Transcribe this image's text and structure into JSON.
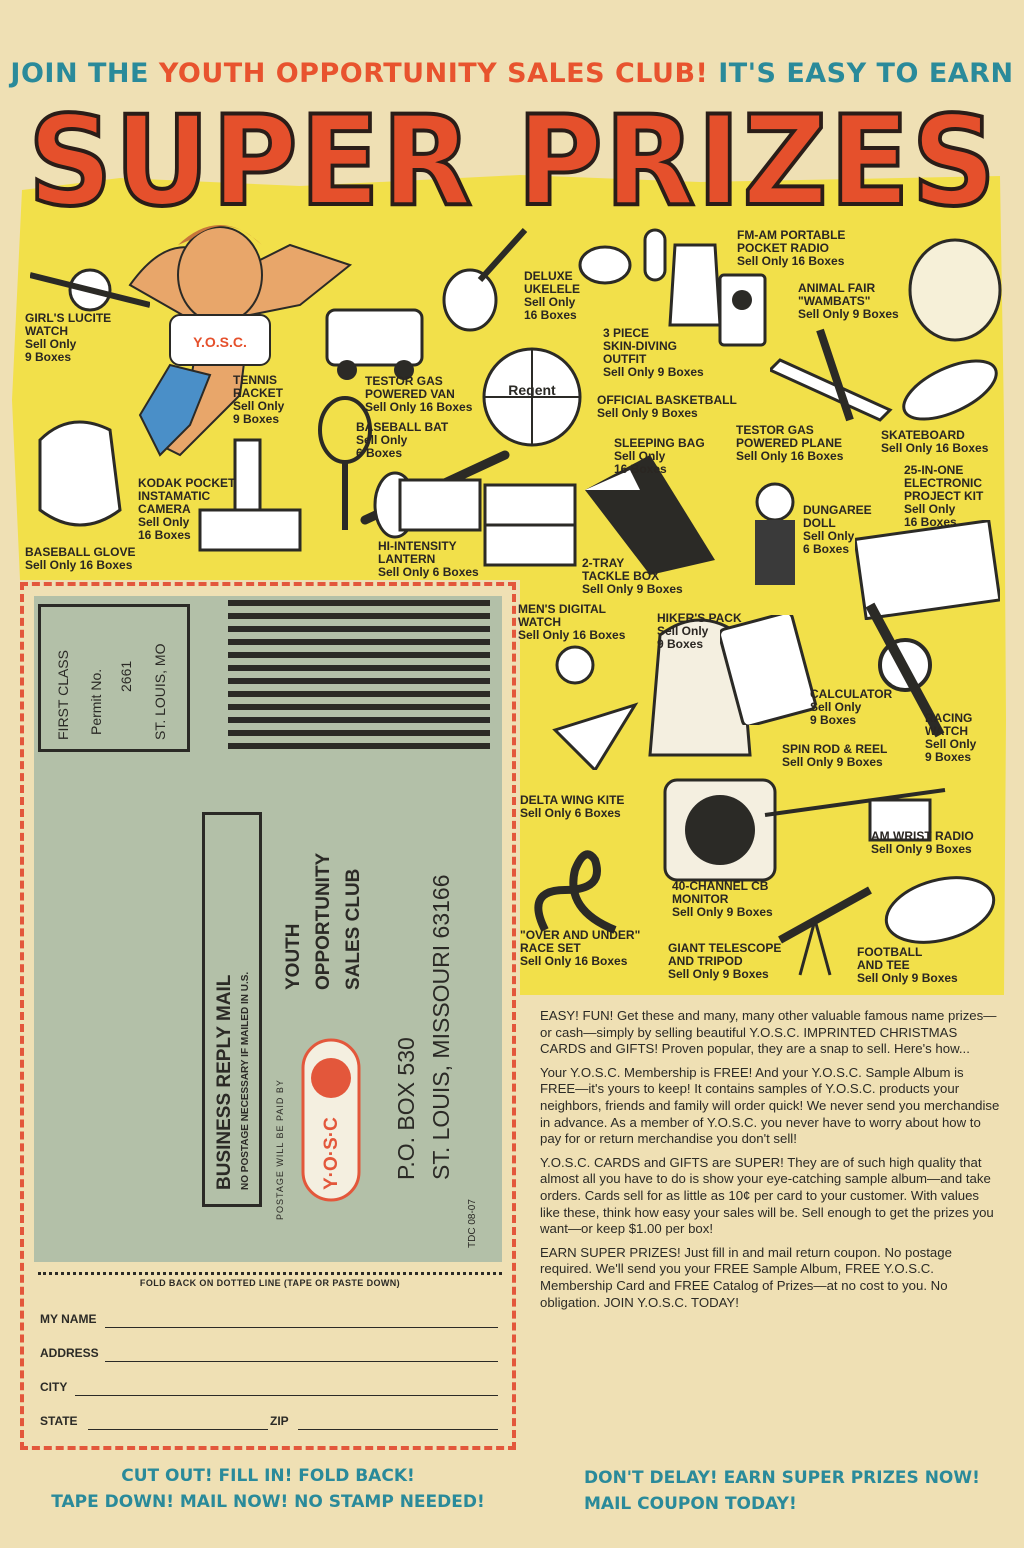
{
  "header": {
    "join": "JOIN THE",
    "club": "YOUTH OPPORTUNITY SALES CLUB!",
    "easy": "IT'S EASY TO EARN",
    "title": "SUPER PRIZES"
  },
  "mascot_shirt": "Y.O.S.C.",
  "basketball_brand": "Regent",
  "prizes": [
    {
      "id": "watch-girls",
      "text": "GIRL'S LUCITE\nWATCH\nSell Only\n9 Boxes"
    },
    {
      "id": "tennis",
      "text": "TENNIS\nRACKET\nSell Only\n9 Boxes"
    },
    {
      "id": "van",
      "text": "TESTOR GAS\nPOWERED VAN\nSell Only 16 Boxes"
    },
    {
      "id": "ukelele",
      "text": "DELUXE\nUKELELE\nSell Only\n16 Boxes"
    },
    {
      "id": "diving",
      "text": "3 PIECE\nSKIN-DIVING\nOUTFIT\nSell Only 9 Boxes"
    },
    {
      "id": "radio",
      "text": "FM-AM PORTABLE\nPOCKET RADIO\nSell Only 16 Boxes"
    },
    {
      "id": "wambats",
      "text": "ANIMAL FAIR\n\"WAMBATS\"\nSell Only 9 Boxes"
    },
    {
      "id": "basketball",
      "text": "OFFICIAL BASKETBALL\nSell Only 9 Boxes"
    },
    {
      "id": "bat",
      "text": "BASEBALL BAT\nSell Only\n6 Boxes"
    },
    {
      "id": "plane",
      "text": "TESTOR GAS\nPOWERED PLANE\nSell Only 16 Boxes"
    },
    {
      "id": "skateboard",
      "text": "SKATEBOARD\nSell Only 16 Boxes"
    },
    {
      "id": "kodak",
      "text": "KODAK POCKET\nINSTAMATIC\nCAMERA\nSell Only\n16 Boxes"
    },
    {
      "id": "sleeping",
      "text": "SLEEPING BAG\nSell Only\n16 Boxes"
    },
    {
      "id": "kit",
      "text": "25-IN-ONE\nELECTRONIC\nPROJECT KIT\nSell Only\n16 Boxes"
    },
    {
      "id": "glove",
      "text": "BASEBALL GLOVE\nSell Only 16 Boxes"
    },
    {
      "id": "lantern",
      "text": "HI-INTENSITY\nLANTERN\nSell Only 6 Boxes"
    },
    {
      "id": "doll",
      "text": "DUNGAREE\nDOLL\nSell Only\n6 Boxes"
    },
    {
      "id": "tackle",
      "text": "2-TRAY\nTACKLE BOX\nSell Only 9 Boxes"
    },
    {
      "id": "digital",
      "text": "MEN'S DIGITAL\nWATCH\nSell Only 16 Boxes"
    },
    {
      "id": "hiker",
      "text": "HIKER'S PACK\nSell Only\n9 Boxes"
    },
    {
      "id": "calc",
      "text": "CALCULATOR\nSell Only\n9 Boxes"
    },
    {
      "id": "racing",
      "text": "RACING\nWATCH\nSell Only\n9 Boxes"
    },
    {
      "id": "spin",
      "text": "SPIN ROD & REEL\nSell Only 9 Boxes"
    },
    {
      "id": "kite",
      "text": "DELTA WING KITE\nSell Only 6 Boxes"
    },
    {
      "id": "amwrist",
      "text": "AM WRIST RADIO\nSell Only 9 Boxes"
    },
    {
      "id": "cb",
      "text": "40-CHANNEL CB\nMONITOR\nSell Only 9 Boxes"
    },
    {
      "id": "race",
      "text": "\"OVER AND UNDER\"\nRACE SET\nSell Only 16 Boxes"
    },
    {
      "id": "telescope",
      "text": "GIANT TELESCOPE\nAND TRIPOD\nSell Only 9 Boxes"
    },
    {
      "id": "football",
      "text": "FOOTBALL\nAND TEE\nSell Only 9 Boxes"
    }
  ],
  "envelope": {
    "first_class": "FIRST CLASS",
    "permit": "Permit No.",
    "permit_no": "2661",
    "permit_city": "ST. LOUIS, MO",
    "brm": "BUSINESS REPLY MAIL",
    "no_postage": "NO POSTAGE NECESSARY IF MAILED IN U.S.",
    "postage_by": "POSTAGE WILL BE PAID BY",
    "org1": "YOUTH",
    "org2": "OPPORTUNITY",
    "org3": "SALES CLUB",
    "logo": "Y·O·S·C",
    "box": "P.O. BOX 530",
    "city": "ST. LOUIS, MISSOURI 63166",
    "code": "TDC 08-07"
  },
  "coupon": {
    "fold": "FOLD BACK ON DOTTED LINE (TAPE OR PASTE DOWN)",
    "name": "MY NAME",
    "address": "ADDRESS",
    "city": "CITY",
    "state": "STATE",
    "zip": "ZIP",
    "footer1": "CUT OUT!  FILL IN!  FOLD BACK!",
    "footer2": "TAPE DOWN!  MAIL NOW!  NO STAMP NEEDED!"
  },
  "body": [
    "EASY! FUN! Get these and many, many other valuable famous name prizes—or cash—simply by selling beautiful Y.O.S.C. IMPRINTED CHRISTMAS CARDS and GIFTS! Proven popular, they are a snap to sell. Here's how...",
    "Your Y.O.S.C. Membership is FREE! And your Y.O.S.C. Sample Album is FREE—it's yours to keep! It contains samples of Y.O.S.C. products your neighbors, friends and family will order quick! We never send you merchandise in advance. As a member of Y.O.S.C. you never have to worry about how to pay for or return merchandise you don't sell!",
    "Y.O.S.C. CARDS and GIFTS are SUPER! They are of such high quality that almost all you have to do is show your eye-catching sample album—and take orders. Cards sell for as little as 10¢ per card to your customer. With values like these, think how easy your sales will be. Sell enough to get the prizes you want—or keep $1.00 per box!",
    "EARN SUPER PRIZES! Just fill in and mail return coupon. No postage required. We'll send you your FREE Sample Album, FREE Y.O.S.C. Membership Card and FREE Catalog of Prizes—at no cost to you. No obligation. JOIN Y.O.S.C. TODAY!"
  ],
  "cta": {
    "line1": "DON'T DELAY! EARN SUPER PRIZES NOW!",
    "line2": "MAIL COUPON TODAY!"
  }
}
